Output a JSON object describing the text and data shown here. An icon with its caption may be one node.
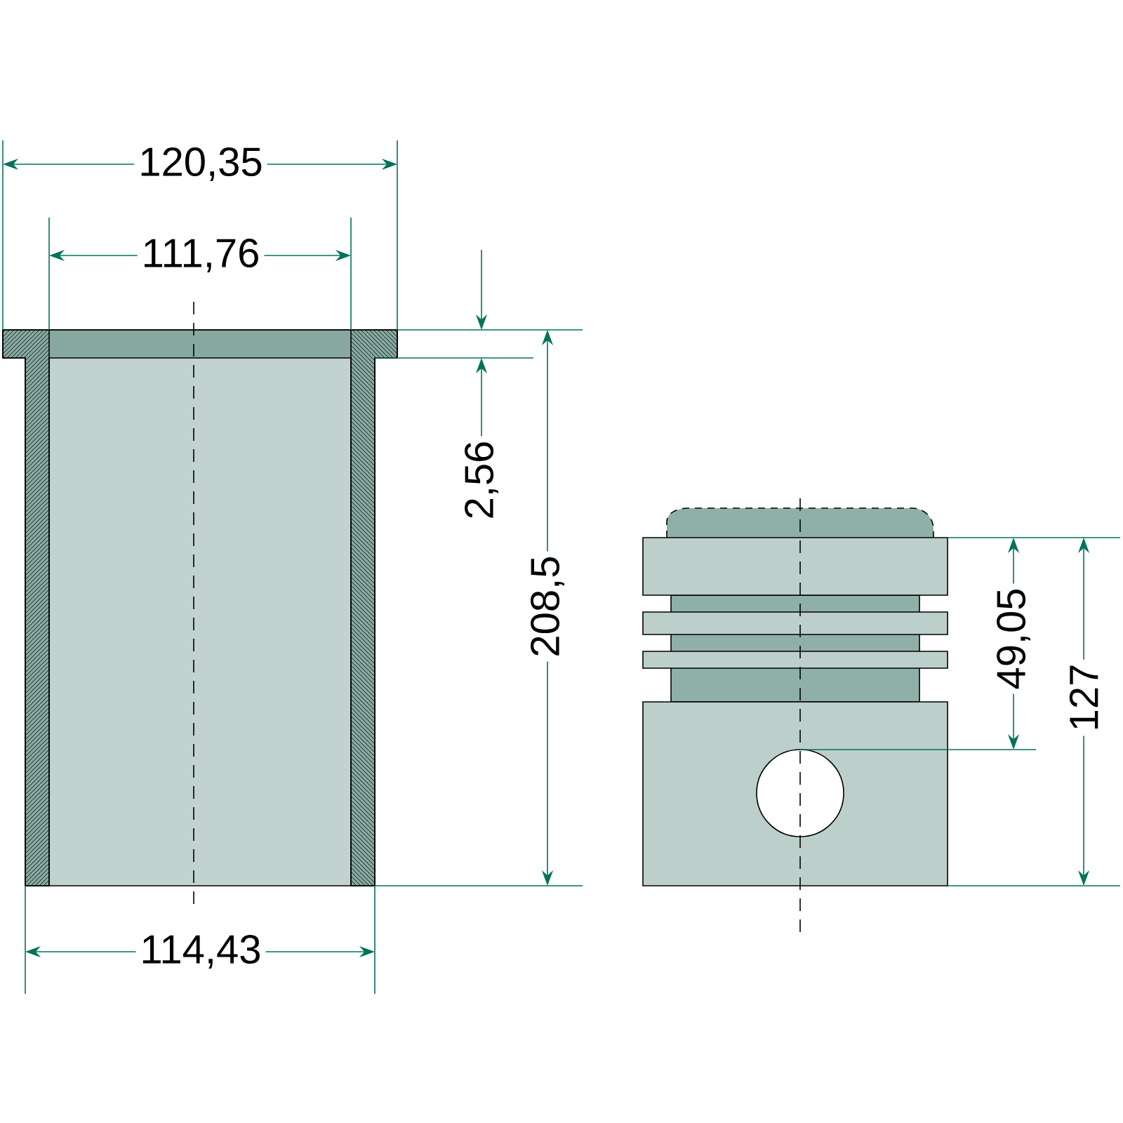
{
  "diagram": {
    "labels": [
      "120,35",
      "111,76",
      "2,56",
      "208,5",
      "49,05",
      "127",
      "114,43"
    ]
  }
}
